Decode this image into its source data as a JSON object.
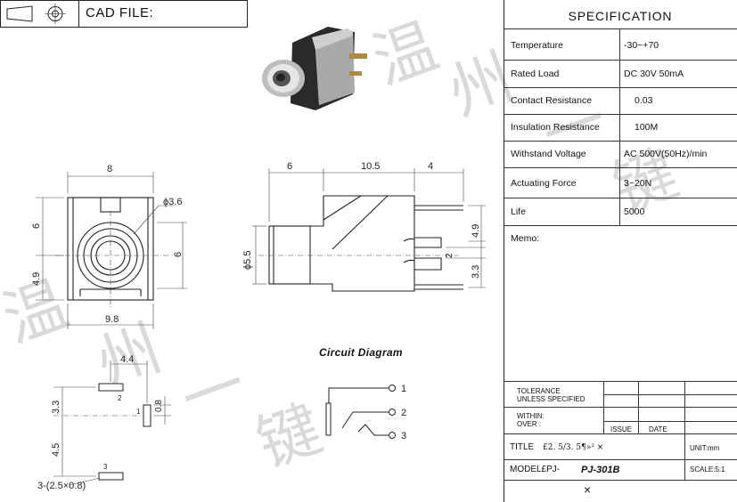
{
  "header": {
    "cad_label": "CAD FILE:"
  },
  "spec": {
    "title": "SPECIFICATION",
    "rows": [
      {
        "label": "Temperature",
        "value": "-30~+70"
      },
      {
        "label": "Rated Load",
        "value": "DC 30V 50mA"
      },
      {
        "label": "Contact Resistance",
        "value": "0.03"
      },
      {
        "label": "Insulation Resistance",
        "value": "100M"
      },
      {
        "label": "Withstand Voltage",
        "value": "AC 500V(50Hz)/min"
      },
      {
        "label": "Actuating Force",
        "value": "3~20N"
      },
      {
        "label": "Life",
        "value": "5000"
      }
    ],
    "memo_label": "Memo:"
  },
  "titleblock": {
    "tolerance_line1": "TOLERANCE",
    "tolerance_line2": "UNLESS SPECIFIED",
    "within": "WITHIN:",
    "over": "OVER :",
    "issue": "ISSUE",
    "date": "DATE",
    "title_label": "TITLE",
    "title_value": "£2. 5/3. 5¶»² ×",
    "unit": "UNIT:mm",
    "model_label": "MODEL£PJ-",
    "model_value": "PJ-301B",
    "scale": "SCALE:5:1",
    "footer_mark": "×"
  },
  "drawing": {
    "front": {
      "dim_width": "8",
      "dim_hole": "ϕ3.6",
      "dim_top": "6",
      "dim_right": "6",
      "dim_bottom": "4.9",
      "dim_base": "9.8"
    },
    "side": {
      "dim_a": "6",
      "dim_b": "10.5",
      "dim_c": "4",
      "dim_dia": "ϕ5.5",
      "dim_r1": "4.9",
      "dim_r2": "2",
      "dim_r3": "3.3"
    },
    "pcb": {
      "dim_44": "4.4",
      "dim_33": "3.3",
      "dim_45": "4.5",
      "dim_08": "0.8",
      "dim_pad": "3-(2.5×0.8)",
      "pin1": "1",
      "pin2": "2",
      "pin3": "3"
    },
    "circuit": {
      "title": "Circuit Diagram",
      "pin1": "1",
      "pin2": "2",
      "pin3": "3"
    }
  },
  "watermark": {
    "text": "温州一键"
  }
}
